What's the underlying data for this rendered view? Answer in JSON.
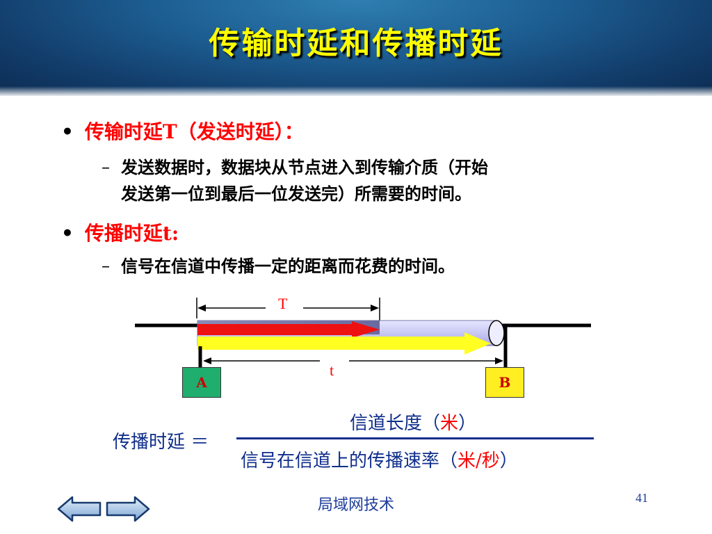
{
  "title": "传输时延和传播时延",
  "bullets": [
    {
      "label": "传输时延T（发送时延）：",
      "desc_line1": "发送数据时，数据块从节点进入到传输介质（开始",
      "desc_line2": "发送第一位到最后一位发送完）所需要的时间。"
    },
    {
      "label": "传播时延t:",
      "desc_line1": "信号在信道中传播一定的距离而花费的时间。"
    }
  ],
  "diagram": {
    "label_T": "T",
    "label_t": "t",
    "node_a": "A",
    "node_b": "B"
  },
  "formula": {
    "lhs": "传播时延 ＝",
    "numerator": "信道长度（",
    "numerator_unit": "米",
    "numerator_close": "）",
    "denominator": "信号在信道上的传播速率（",
    "denominator_unit": "米/秒",
    "denominator_close": "）"
  },
  "footer": "局域网技术",
  "page_number": "41",
  "icons": [
    "bullet-dot-icon",
    "arrow-left-icon",
    "arrow-right-icon"
  ],
  "colors": {
    "title": "#ffff00",
    "bullet": "#ff0000",
    "formula": "#0f2e8c"
  }
}
